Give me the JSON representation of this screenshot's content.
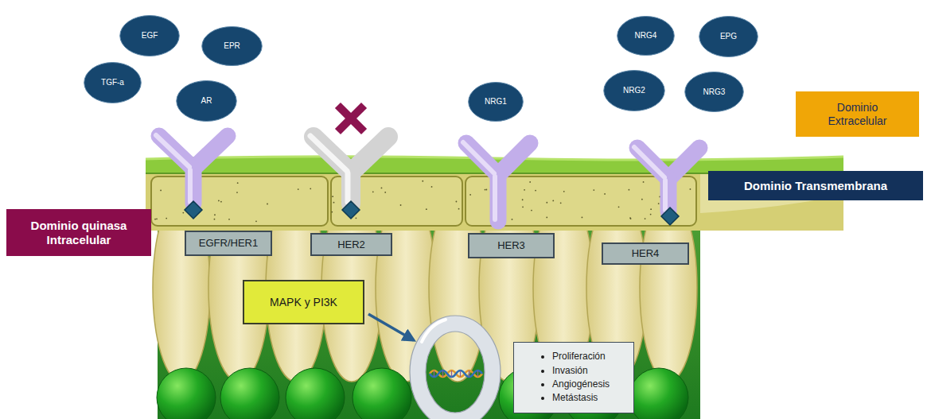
{
  "diagram": {
    "nodes": [
      {
        "text": [
          "EGF"
        ]
      },
      {
        "text": [
          "EPR"
        ]
      },
      {
        "text": [
          "TGF-a"
        ]
      },
      {
        "text": [
          "AR"
        ]
      },
      {
        "text": [
          "NRG4"
        ]
      },
      {
        "text": [
          "EPG"
        ]
      },
      {
        "text": [
          "NRG1"
        ]
      },
      {
        "text": [
          "NRG2"
        ]
      },
      {
        "text": [
          "NRG3"
        ]
      },
      {
        "text": [
          "Dominio Extracelular"
        ]
      },
      {
        "text": [
          "Dominio quinasa Intracelular"
        ]
      },
      {
        "text": [
          "Dominio Transmembrana"
        ]
      },
      {
        "text": [
          "EGFR/HER1"
        ]
      },
      {
        "text": [
          "HER2"
        ]
      },
      {
        "text": [
          "HER3"
        ]
      },
      {
        "text": [
          "HER4"
        ]
      },
      {
        "text": [
          "MAPK y PI3K"
        ]
      },
      {
        "text": [
          "Proliferación",
          "Invasión",
          "Angiogénesis",
          "Metástasis"
        ]
      }
    ]
  }
}
